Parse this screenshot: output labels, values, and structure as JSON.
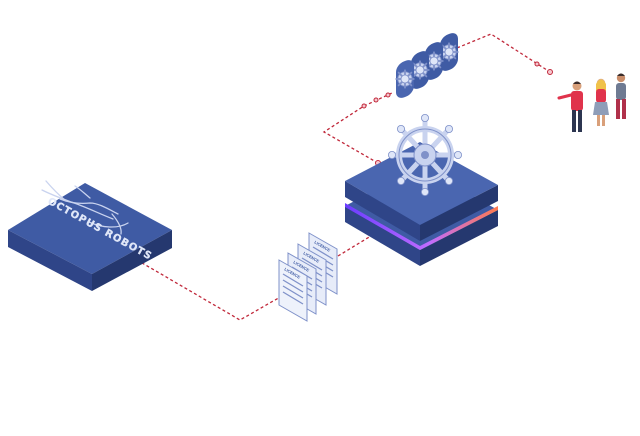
{
  "diagram": {
    "brand_text": "OCTOPUS ROBOTS",
    "document_labels": [
      "LICENCE",
      "LICENCE",
      "LICENCE",
      "LICENCE"
    ],
    "colors": {
      "platform_top": "#3f5ba4",
      "platform_left": "#2f4588",
      "platform_right": "#25386f",
      "connector_line": "#c0283a",
      "glow_start": "#6a3cff",
      "glow_end": "#ff7a4d",
      "icon_fill": "#c9d3ef",
      "icon_stroke": "#7f91c9"
    },
    "icons": {
      "helm": "ship-wheel-icon",
      "gears": "gear-icon",
      "document": "document-icon",
      "people": "person-icon",
      "octopus": "octopus-icon"
    }
  }
}
